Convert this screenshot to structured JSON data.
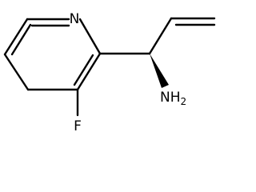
{
  "atoms": {
    "nitrogen": "N",
    "fluorine": "F",
    "amine_nh": "NH",
    "amine_subscript": "2"
  },
  "colors": {
    "bond": "#000000",
    "background": "#ffffff"
  }
}
